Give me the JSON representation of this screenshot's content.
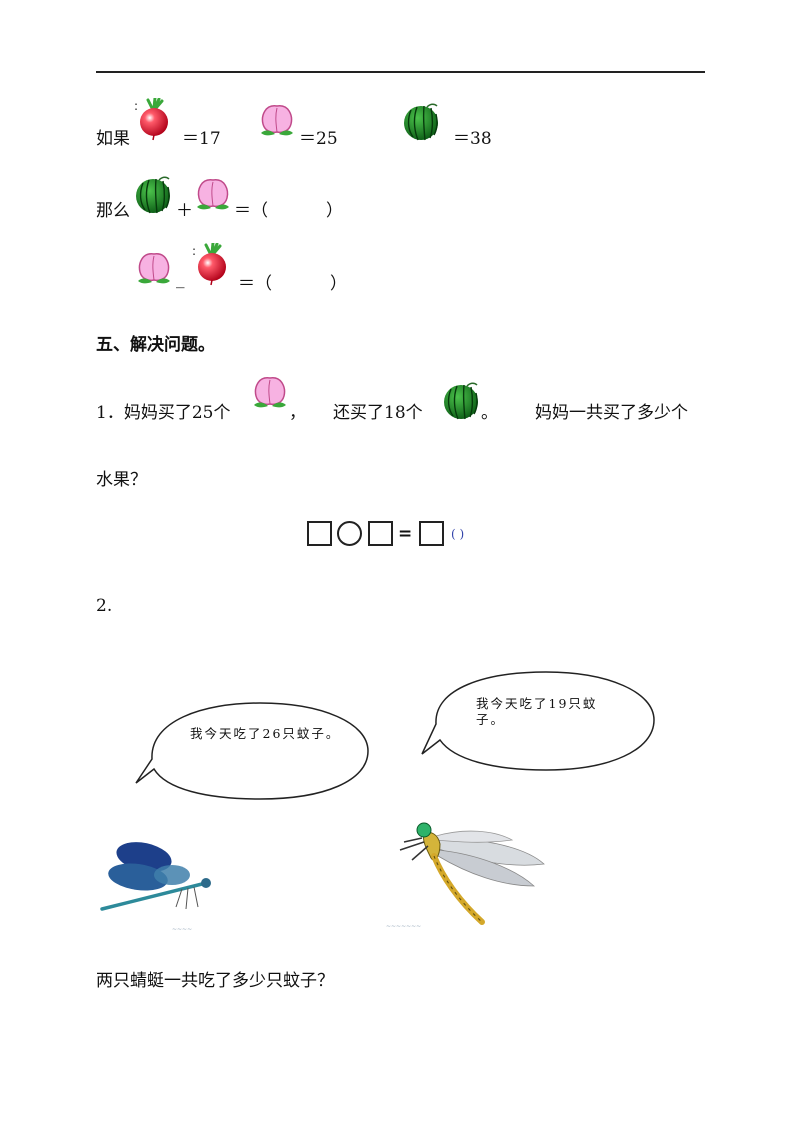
{
  "section_fruit": {
    "line1": {
      "prefix": "如果",
      "radish_eq": "＝17",
      "peach_eq": "＝25",
      "melon_eq": "＝38"
    },
    "line2": {
      "prefix": "那么",
      "plus": "＋",
      "eq": "＝（",
      "close": "）"
    },
    "line3": {
      "minus": "_",
      "eq": "＝（",
      "close": "）"
    }
  },
  "section5": {
    "heading": "五、解决问题。",
    "q1": {
      "part1": "1．妈妈买了25个",
      "comma": "，",
      "part2": "还买了18个",
      "period": "。",
      "part3": "妈妈一共买了多少个",
      "part4": "水果？",
      "equation": {
        "equals": "=",
        "unit_paren": "( )"
      }
    },
    "q2": {
      "number": "2.",
      "bubble_left": "我今天吃了26只蚊子。",
      "bubble_right": "我今天吃了19只蚊子。",
      "question": "两只蜻蜓一共吃了多少只蚊子？"
    }
  },
  "icons": {
    "radish": "radish-icon",
    "peach": "peach-icon",
    "watermelon": "watermelon-icon",
    "dragonfly_blue": "dragonfly-blue-icon",
    "dragonfly_yellow": "dragonfly-yellow-icon"
  },
  "colors": {
    "radish": "#d8102a",
    "peach": "#f5aee0",
    "melon": "#1e8a2a",
    "leaf": "#3aa83a"
  }
}
